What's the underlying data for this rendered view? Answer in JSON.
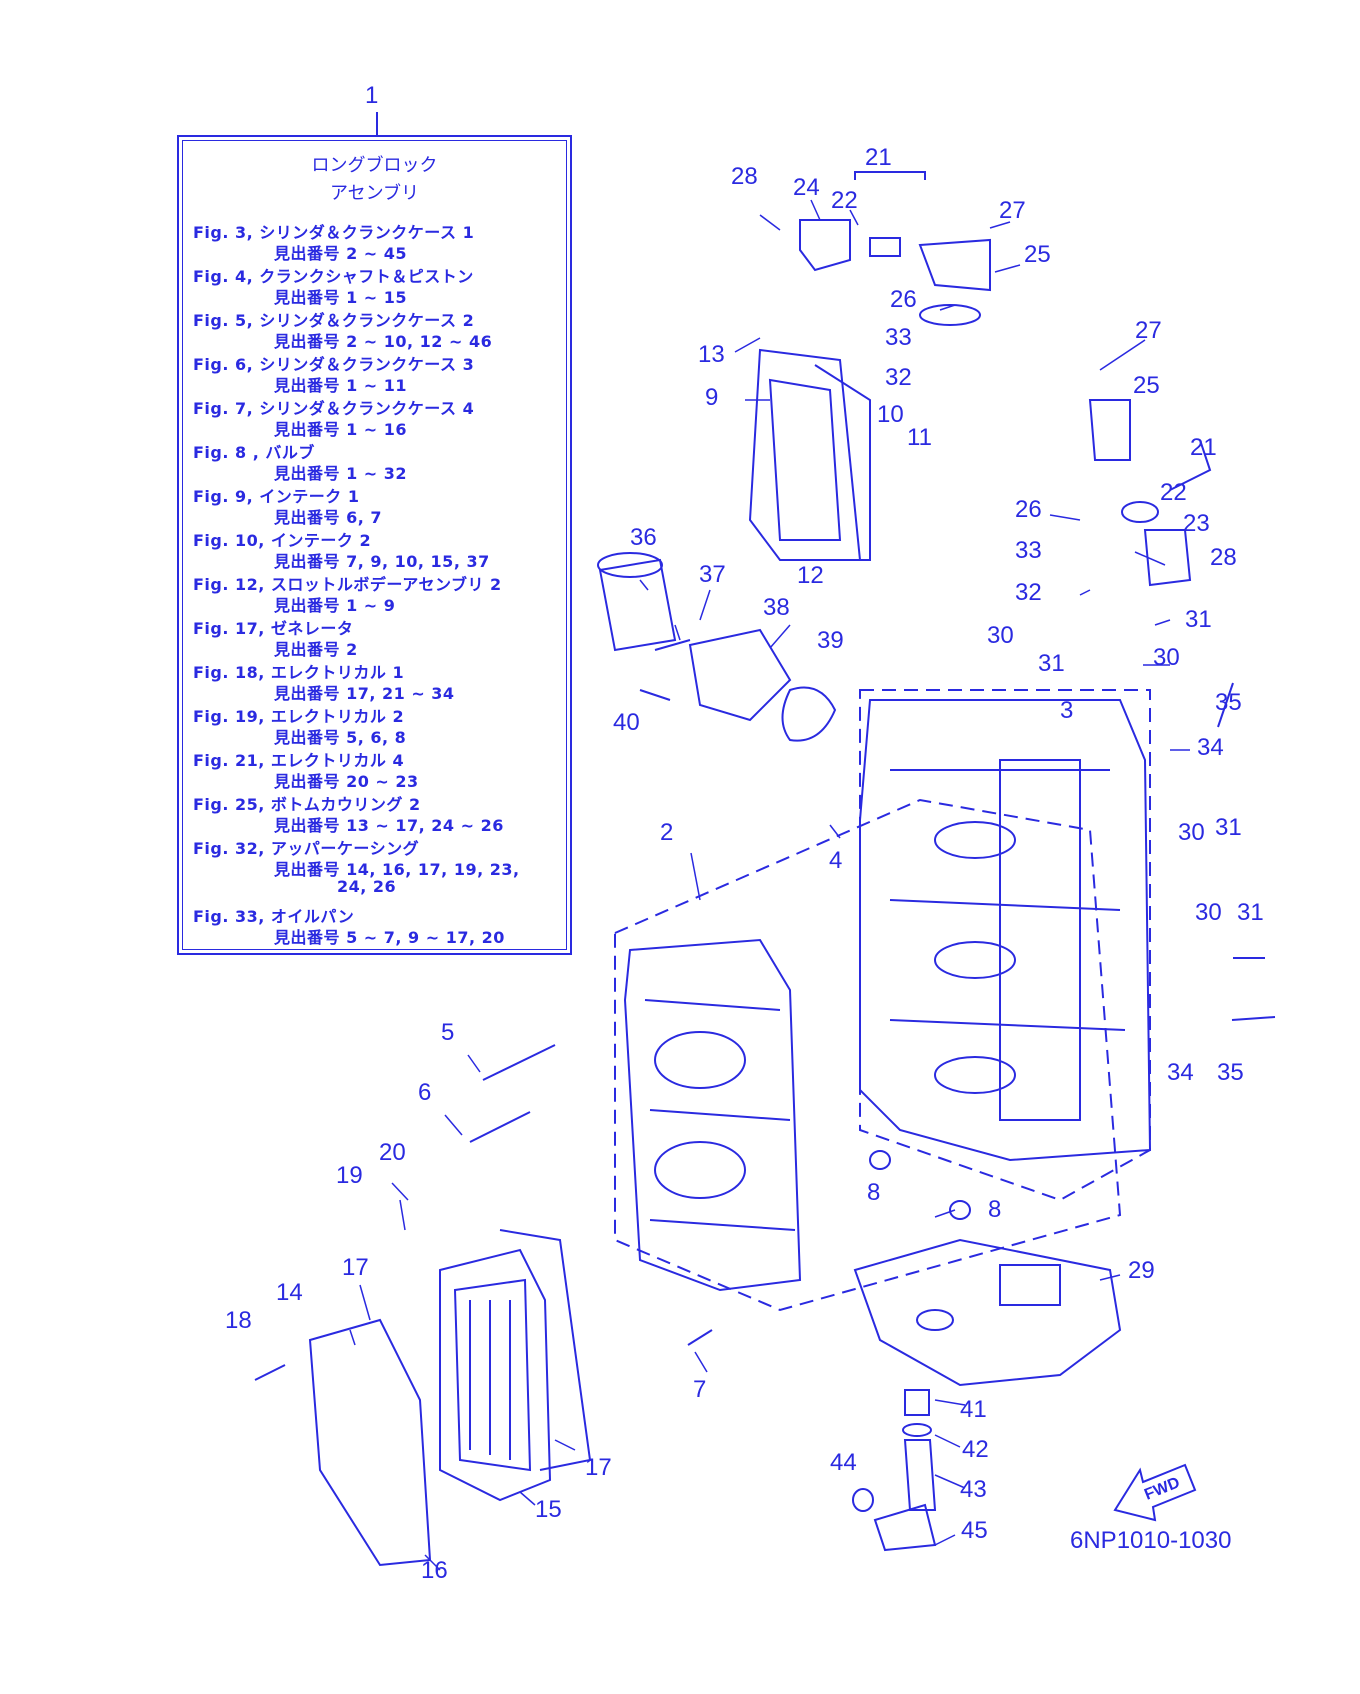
{
  "colors": {
    "ink": "#2a2ae0"
  },
  "assembly_number": "1",
  "legend": {
    "title_line1": "ロングブロック",
    "title_line2": "アセンブリ",
    "rows": [
      {
        "fig": "Fig. 3, シリンダ＆クランクケース 1",
        "ref": "見出番号 2 ~ 45"
      },
      {
        "fig": "Fig. 4, クランクシャフト＆ピストン",
        "ref": "見出番号 1 ~ 15"
      },
      {
        "fig": "Fig. 5, シリンダ＆クランクケース 2",
        "ref": "見出番号 2 ~ 10, 12 ~ 46"
      },
      {
        "fig": "Fig. 6, シリンダ＆クランクケース 3",
        "ref": "見出番号 1 ~ 11"
      },
      {
        "fig": "Fig. 7, シリンダ＆クランクケース 4",
        "ref": "見出番号 1 ~ 16"
      },
      {
        "fig": "Fig. 8 , バルブ",
        "ref": "見出番号 1 ~ 32"
      },
      {
        "fig": "Fig. 9, インテーク 1",
        "ref": "見出番号 6, 7"
      },
      {
        "fig": "Fig. 10, インテーク 2",
        "ref": "見出番号 7, 9, 10, 15, 37"
      },
      {
        "fig": "Fig. 12, スロットルボデーアセンブリ 2",
        "ref": "見出番号 1 ~ 9"
      },
      {
        "fig": "Fig. 17, ゼネレータ",
        "ref": "見出番号 2"
      },
      {
        "fig": "Fig. 18, エレクトリカル 1",
        "ref": "見出番号 17, 21 ~ 34"
      },
      {
        "fig": "Fig. 19, エレクトリカル 2",
        "ref": "見出番号 5, 6, 8"
      },
      {
        "fig": "Fig. 21, エレクトリカル 4",
        "ref": "見出番号 20 ~ 23"
      },
      {
        "fig": "Fig. 25, ボトムカウリング 2",
        "ref": "見出番号 13 ~ 17, 24 ~ 26"
      },
      {
        "fig": "Fig. 32, アッパーケーシング",
        "ref": "見出番号 14, 16, 17, 19, 23,",
        "ref2": "24, 26"
      },
      {
        "fig": "Fig. 33, オイルパン",
        "ref": "見出番号 5 ~ 7, 9 ~ 17, 20"
      }
    ]
  },
  "callouts": [
    "28",
    "24",
    "22",
    "21",
    "27",
    "25",
    "26",
    "33",
    "32",
    "13",
    "9",
    "10",
    "11",
    "12",
    "27",
    "25",
    "21",
    "22",
    "23",
    "26",
    "33",
    "28",
    "32",
    "36",
    "37",
    "38",
    "39",
    "40",
    "30",
    "31",
    "31",
    "30",
    "3",
    "35",
    "34",
    "2",
    "4",
    "30",
    "31",
    "30",
    "31",
    "5",
    "6",
    "34",
    "35",
    "20",
    "19",
    "8",
    "8",
    "29",
    "17",
    "14",
    "18",
    "7",
    "41",
    "42",
    "44",
    "43",
    "45",
    "15",
    "17",
    "16"
  ],
  "fwd_label": "FWD",
  "reference_code": "6NP1010-1030"
}
